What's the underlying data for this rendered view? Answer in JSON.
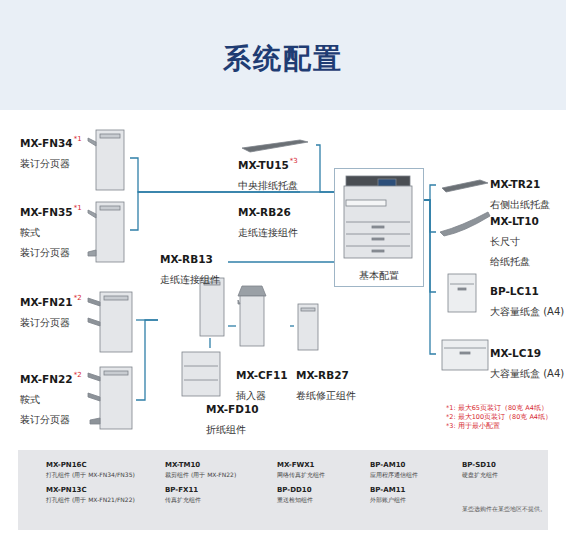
{
  "diagram": {
    "title": "系统配置",
    "nodes": [
      {
        "text": [
          "MX-FN34",
          "*1",
          "装订分页器"
        ]
      },
      {
        "text": [
          "MX-FN35",
          "*1",
          "鞍式 装订分页器"
        ]
      },
      {
        "text": [
          "MX-TU15",
          "*3",
          "中央排纸托盘"
        ]
      },
      {
        "text": [
          "MX-RB26",
          "走纸连接组件"
        ]
      },
      {
        "text": [
          "基本配置"
        ]
      },
      {
        "text": [
          "MX-TR21",
          "右侧出纸托盘"
        ]
      },
      {
        "text": [
          "MX-LT10",
          "长尺寸 给纸托盘"
        ]
      },
      {
        "text": [
          "BP-LC11",
          "大容量纸盒 (A4)"
        ]
      },
      {
        "text": [
          "MX-LC19",
          "大容量纸盒 (A4)"
        ]
      },
      {
        "text": [
          "MX-RB13",
          "走纸连接组件"
        ]
      },
      {
        "text": [
          "MX-FN21",
          "*2",
          "装订分页器"
        ]
      },
      {
        "text": [
          "MX-CF11",
          "插入器"
        ]
      },
      {
        "text": [
          "MX-RB27",
          "卷纸修正组件"
        ]
      },
      {
        "text": [
          "MX-FN22",
          "*2",
          "鞍式 装订分页器"
        ]
      },
      {
        "text": [
          "MX-FD10",
          "折纸组件"
        ]
      }
    ],
    "edges": [
      {
        "from": 4,
        "to": 3,
        "arrow": "none"
      },
      {
        "from": 3,
        "to": 0,
        "arrow": "none"
      },
      {
        "from": 3,
        "to": 1,
        "arrow": "none"
      },
      {
        "from": 4,
        "to": 2,
        "arrow": "none"
      },
      {
        "from": 4,
        "to": 5,
        "arrow": "none"
      },
      {
        "from": 4,
        "to": 6,
        "arrow": "none"
      },
      {
        "from": 4,
        "to": 7,
        "arrow": "none"
      },
      {
        "from": 4,
        "to": 8,
        "arrow": "none"
      },
      {
        "from": 4,
        "to": 9,
        "arrow": "none"
      },
      {
        "from": 9,
        "to": 10,
        "arrow": "none"
      },
      {
        "from": 9,
        "to": 13,
        "arrow": "none"
      },
      {
        "from": 9,
        "to": 11,
        "arrow": "none"
      },
      {
        "from": 11,
        "to": 12,
        "arrow": "none"
      },
      {
        "from": 9,
        "to": 14,
        "arrow": "none"
      }
    ],
    "labels": [
      "*1: 最大65页装订（80克 A4纸）",
      "*2: 最大100页装订（80克 A4纸）",
      "*3: 用于最小配置",
      "MX-PN16C",
      "打孔组件 (用于 MX-FN34/FN35)",
      "MX-TM10",
      "裁剪组件 (用于 MX-FN22)",
      "MX-FWX1",
      "网络传真扩充组件",
      "BP-AM10",
      "应用程序通信组件",
      "BP-SD10",
      "硬盘扩充组件",
      "MX-PN13C",
      "打孔组件 (用于 MX-FN21/FN22)",
      "BP-FX11",
      "传真扩充组件",
      "BP-DD10",
      "重送检知组件",
      "BP-AM11",
      "外部账户组件",
      "某些选购件在某些地区不提供。"
    ]
  }
}
